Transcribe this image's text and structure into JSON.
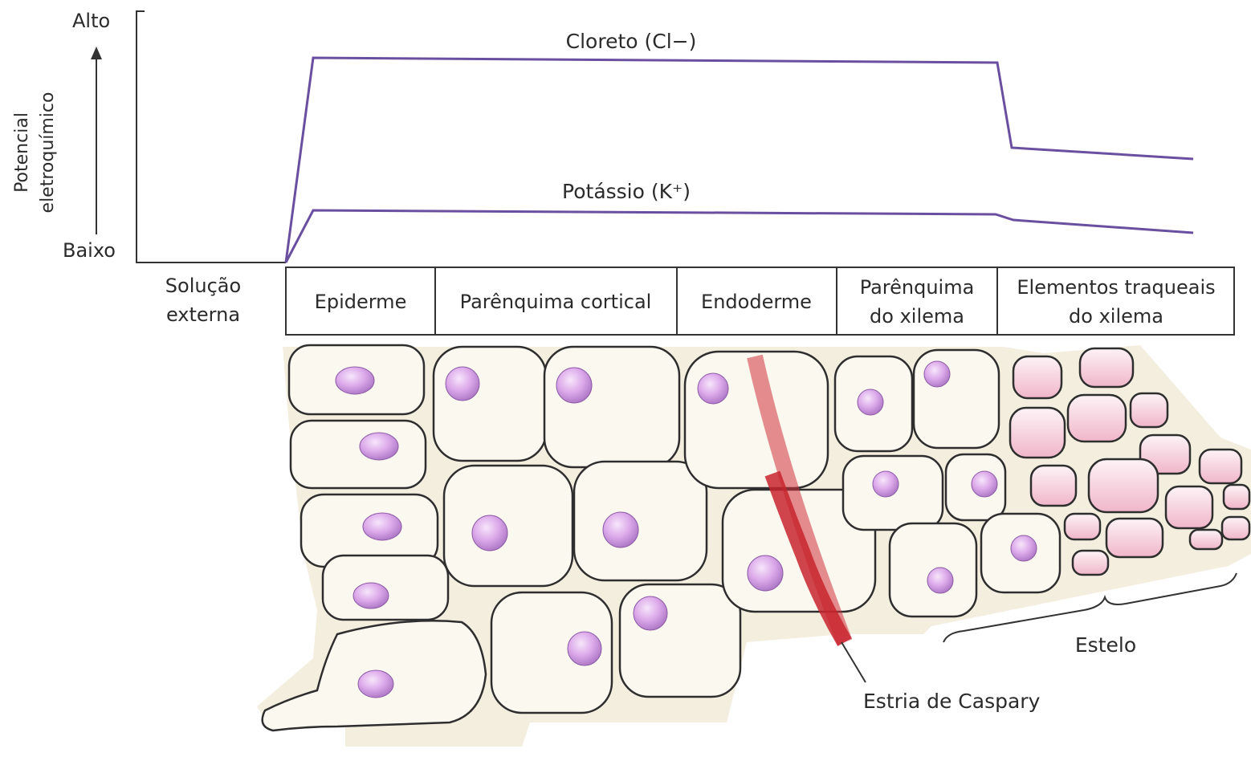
{
  "graph": {
    "y_axis": {
      "label_line1": "Potencial",
      "label_line2": "eletroquímico",
      "high": "Alto",
      "low": "Baixo"
    },
    "lines": [
      {
        "name": "Cloreto (Cl−)",
        "color": "#6a4fa0"
      },
      {
        "name": "Potássio (K⁺)",
        "color": "#6a4fa0"
      }
    ]
  },
  "regions": {
    "outside": {
      "line1": "Solução",
      "line2": "externa"
    },
    "items": [
      {
        "line1": "Epiderme",
        "line2": ""
      },
      {
        "line1": "Parênquima cortical",
        "line2": ""
      },
      {
        "line1": "Endoderme",
        "line2": ""
      },
      {
        "line1": "Parênquima",
        "line2": "do xilema"
      },
      {
        "line1": "Elementos traqueais",
        "line2": "do xilema"
      }
    ]
  },
  "annotations": {
    "casparian_strip": "Estria de Caspary",
    "stele": "Estelo"
  },
  "colors": {
    "cell_wall": "#f3ecdc",
    "cell_outline": "#2e2e2e",
    "nucleus": "#d8a6e6",
    "casparian": "#d2323c",
    "xylem_fill": "#f4c3d2"
  }
}
